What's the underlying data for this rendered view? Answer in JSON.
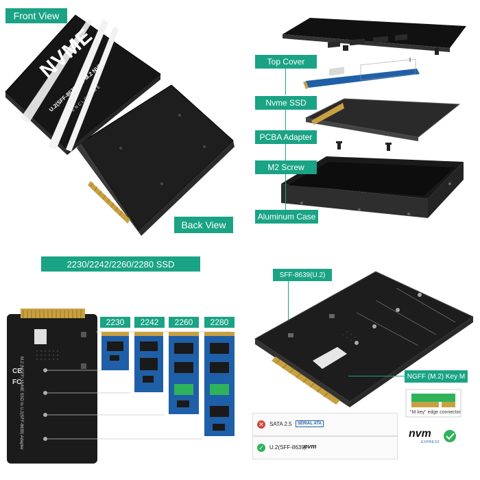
{
  "labels": {
    "front_view": "Front View",
    "back_view": "Back View",
    "top_cover": "Top Cover",
    "nvme_ssd": "Nvme SSD",
    "pcba_adapter": "PCBA Adapter",
    "m2_screw": "M2 Screw",
    "aluminum_case": "Aluminum Case",
    "ssd_sizes": "2230/2242/2260/2280  SSD",
    "sff_8639": "SFF-8639(U.2)",
    "ngff_key_m": "NGFF (M.2) Key M"
  },
  "enclosure_print": {
    "brand": "NVME",
    "model": "U.2(SFF-8639) TO M.2 NVME",
    "type": "ENCLOSURE"
  },
  "board_print": {
    "adapter_line": "M.2 (NGFF) NVME SSD to U.2(SFF-8639)  Adapter",
    "ce": "CE",
    "fc": "FC"
  },
  "size_tags": [
    "2230",
    "2242",
    "2260",
    "2280"
  ],
  "inset": {
    "caption": "\"M key\" edge connector"
  },
  "legend": [
    {
      "icon": "✕",
      "label": "SATA 2.5",
      "badge": "SERIAL ATA",
      "ok": false
    },
    {
      "icon": "✓",
      "label": "U.2(SFF-8639)",
      "badge": "nvm",
      "ok": true
    }
  ],
  "nvm_express": {
    "logo": "nvm",
    "sub": "EXPRESS"
  },
  "colors": {
    "accent": "#1aa384",
    "pcb_blue": "#1f5fa8",
    "pcb_black": "#1b1b1b",
    "gold": "#c8a040",
    "reject_red": "#d0493c"
  }
}
